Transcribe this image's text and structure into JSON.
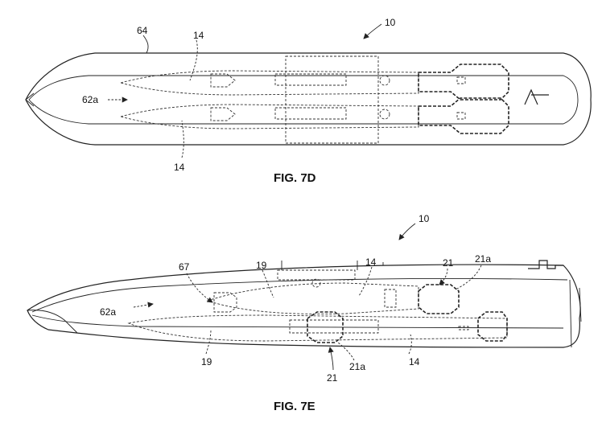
{
  "figure_d": {
    "caption": "FIG. 7D",
    "ref_10": "10",
    "ref_64": "64",
    "ref_14_top": "14",
    "ref_14_bottom": "14",
    "ref_62a": "62a"
  },
  "figure_e": {
    "caption": "FIG. 7E",
    "ref_10": "10",
    "ref_67": "67",
    "ref_19_top": "19",
    "ref_19_bottom": "19",
    "ref_14_top": "14",
    "ref_14_bottom": "14",
    "ref_21_top": "21",
    "ref_21a_top": "21a",
    "ref_21_bottom": "21",
    "ref_21a_bottom": "21a",
    "ref_62a": "62a"
  }
}
